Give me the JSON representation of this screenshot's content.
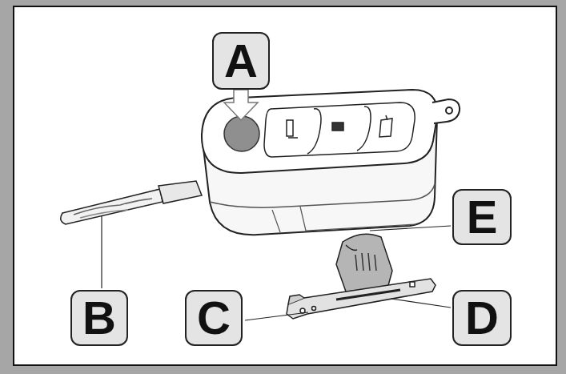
{
  "diagram": {
    "nodes": [
      {
        "text": [
          "A"
        ]
      },
      {
        "text": [
          "B"
        ]
      },
      {
        "text": [
          "C"
        ]
      },
      {
        "text": [
          "E"
        ]
      },
      {
        "text": [
          "D"
        ]
      }
    ]
  }
}
